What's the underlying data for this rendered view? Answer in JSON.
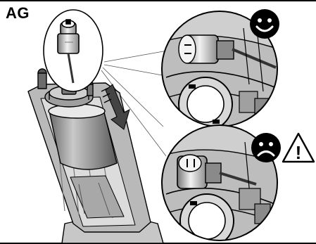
{
  "step": {
    "label": "AG"
  },
  "callouts": [
    {
      "id": "correct",
      "icon": "smiley-happy-icon",
      "meaning": "correct"
    },
    {
      "id": "incorrect",
      "icon": "smiley-sad-icon",
      "warning_icon": "warning-triangle-icon",
      "warning_glyph": "!"
    }
  ],
  "colors": {
    "ink": "#000000",
    "paper": "#ffffff",
    "mid_gray": "#9a9a9a",
    "dark_gray": "#4a4a4a",
    "light_gray": "#d0d0d0"
  }
}
